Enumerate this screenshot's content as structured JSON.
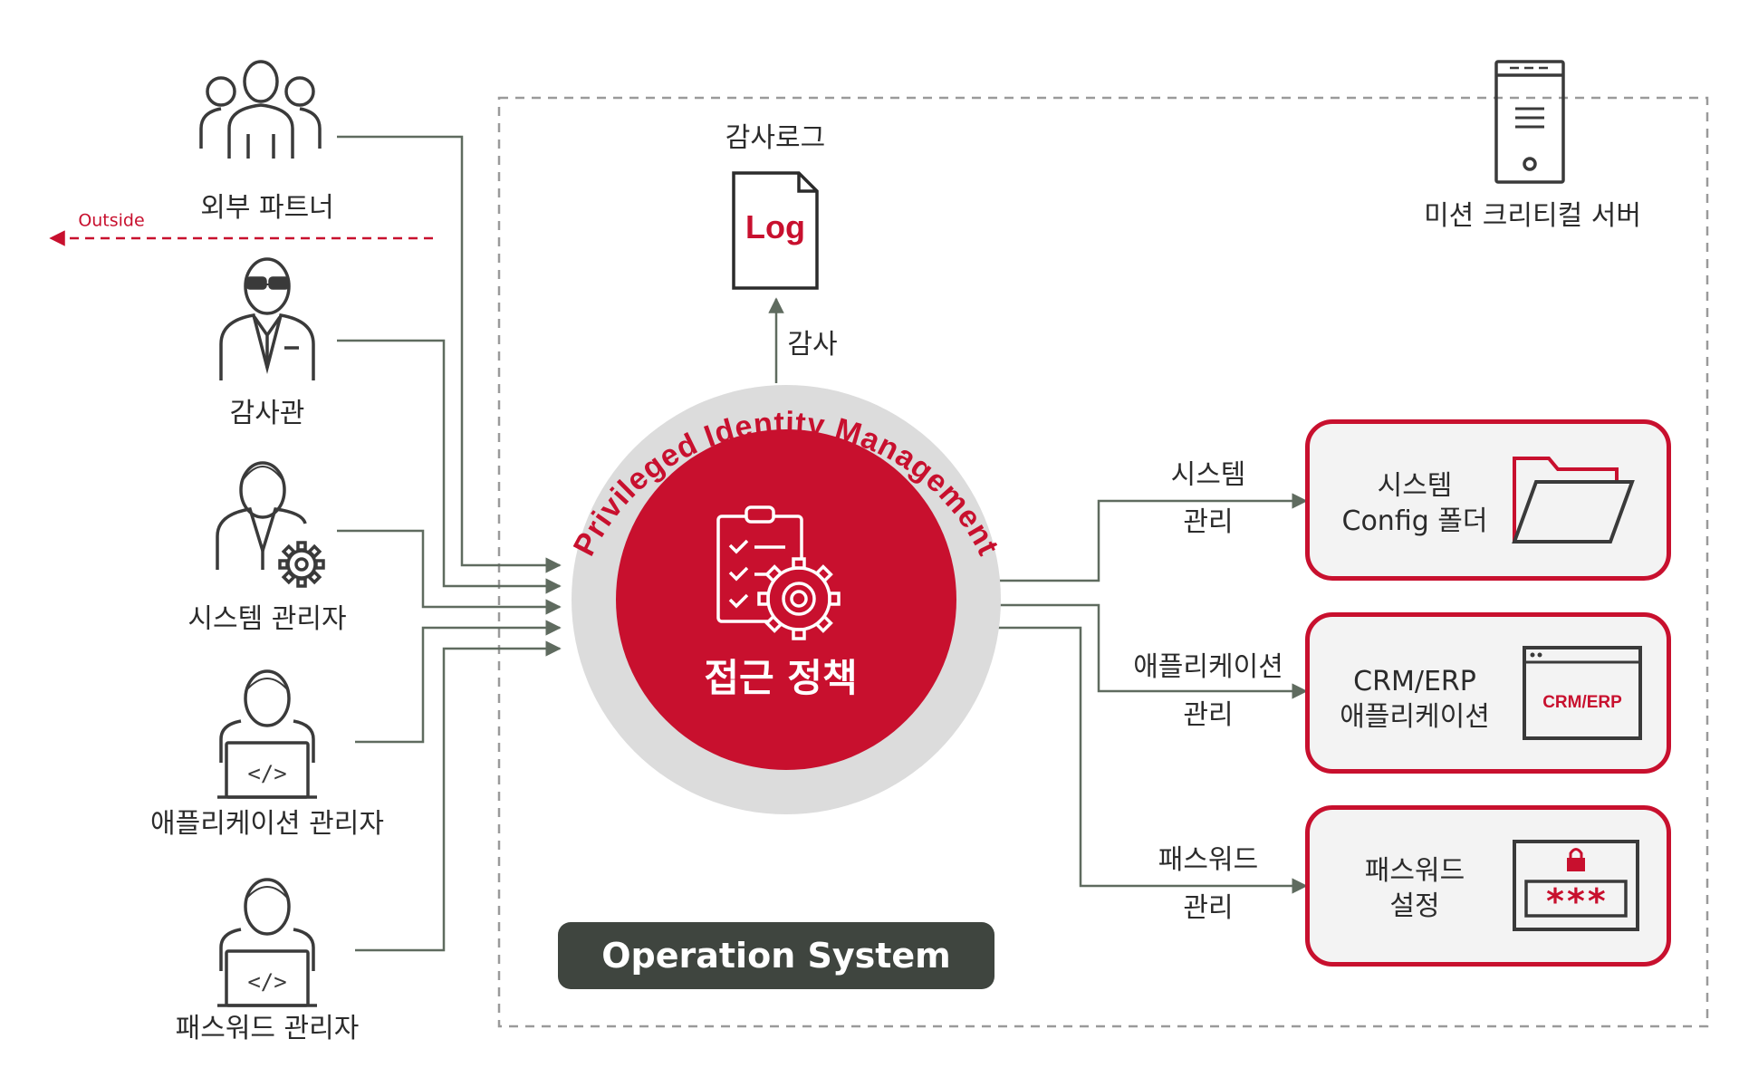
{
  "actors": [
    {
      "id": "partner",
      "label": "외부 파트너"
    },
    {
      "id": "auditor",
      "label": "감사관"
    },
    {
      "id": "sysadmin",
      "label": "시스템 관리자"
    },
    {
      "id": "appadmin",
      "label": "애플리케이션 관리자"
    },
    {
      "id": "pwadmin",
      "label": "패스워드 관리자"
    }
  ],
  "outside_label": "Outside",
  "audit_log": {
    "title": "감사로그",
    "doc_text": "Log",
    "arrow_label": "감사"
  },
  "server_label": "미션 크리티컬 서버",
  "core": {
    "ring_text": "Privileged Identity Management",
    "policy_label": "접근 정책"
  },
  "management": [
    {
      "line1": "시스템",
      "line2": "관리"
    },
    {
      "line1": "애플리케이션",
      "line2": "관리"
    },
    {
      "line1": "패스워드",
      "line2": "관리"
    }
  ],
  "targets": [
    {
      "line1": "시스템",
      "line2": "Config 폴더"
    },
    {
      "line1": "CRM/ERP",
      "line2": "애플리케이션",
      "screen_text": "CRM/ERP"
    },
    {
      "line1": "패스워드",
      "line2": "설정",
      "mask_text": "***"
    }
  ],
  "os_label": "Operation System",
  "colors": {
    "accent": "#c8102e",
    "line": "#5f6b5f",
    "icon": "#3a3a3a",
    "ring": "#dcdcdc",
    "pill": "#3f453f"
  }
}
